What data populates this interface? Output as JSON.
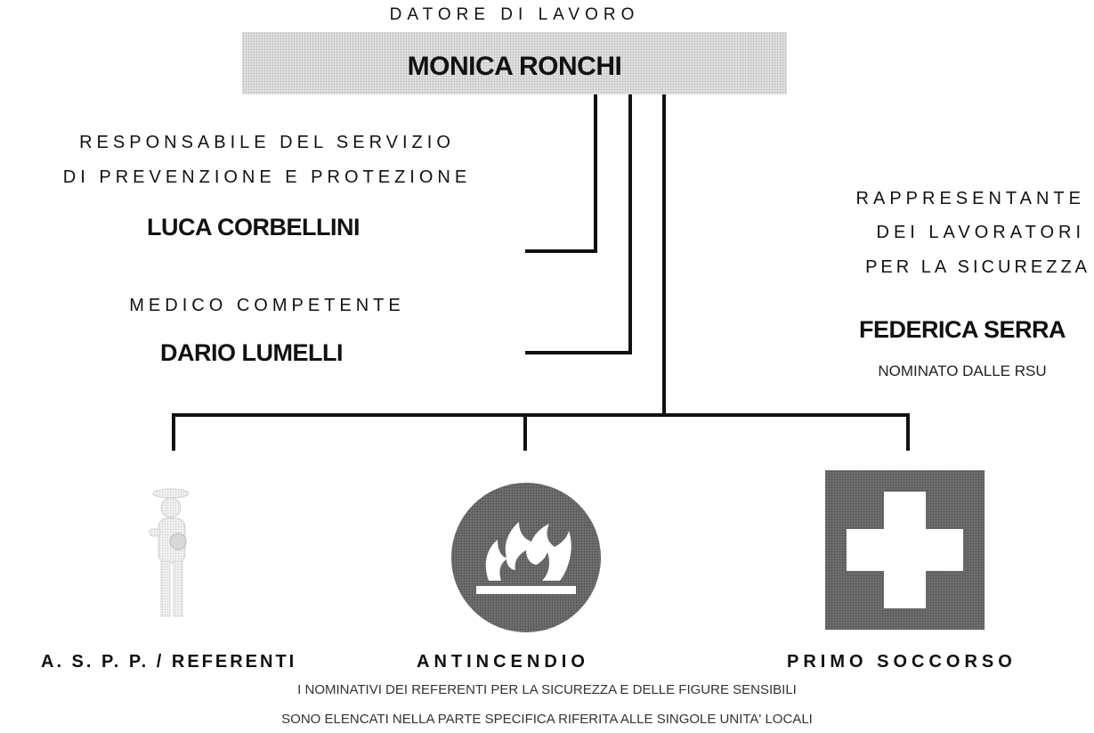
{
  "employer": {
    "role": "DATORE DI LAVORO",
    "name": "MONICA RONCHI"
  },
  "rspp": {
    "role_line1": "RESPONSABILE DEL SERVIZIO",
    "role_line2": "DI PREVENZIONE E PROTEZIONE",
    "name": "LUCA CORBELLINI"
  },
  "doctor": {
    "role": "MEDICO COMPETENTE",
    "name": "DARIO LUMELLI"
  },
  "rls": {
    "role_line1": "RAPPRESENTANTE",
    "role_line2": "DEI LAVORATORI",
    "role_line3": "PER LA SICUREZZA",
    "name": "FEDERICA SERRA",
    "note": "NOMINATO DALLE RSU"
  },
  "groups": [
    {
      "label": "A. S. P. P. / REFERENTI",
      "icon": "worker-figure-icon"
    },
    {
      "label": "ANTINCENDIO",
      "icon": "fire-icon"
    },
    {
      "label": "PRIMO SOCCORSO",
      "icon": "first-aid-cross-icon"
    }
  ],
  "footer": {
    "line1": "I NOMINATIVI DEI REFERENTI PER LA SICUREZZA E DELLE FIGURE SENSIBILI",
    "line2": "SONO ELENCATI NELLA PARTE SPECIFICA RIFERITA ALLE SINGOLE UNITA' LOCALI"
  }
}
